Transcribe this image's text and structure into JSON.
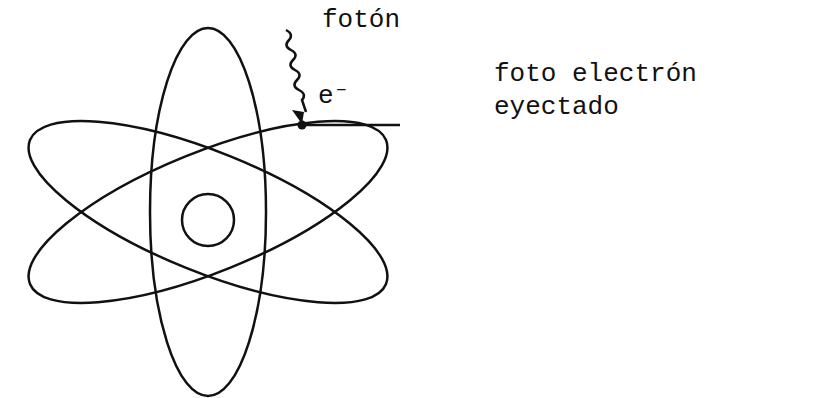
{
  "diagram": {
    "labels": [
      "fotón",
      "e⁻",
      "foto electrón eyectado"
    ]
  }
}
